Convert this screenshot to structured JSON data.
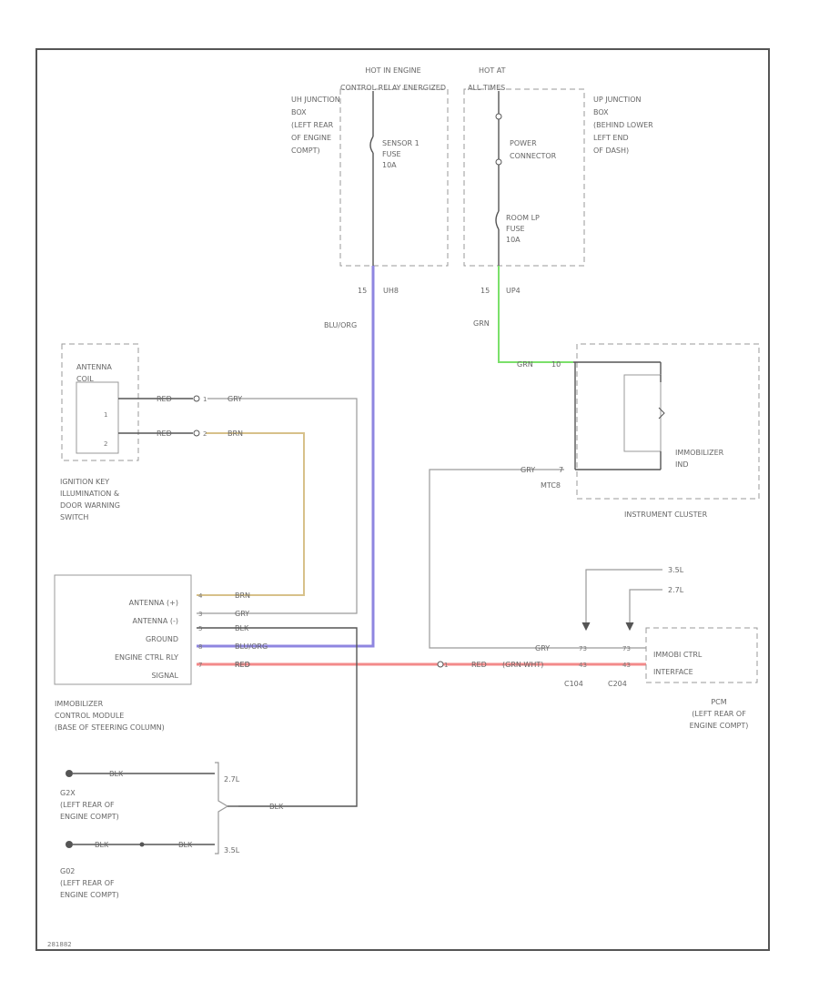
{
  "colors": {
    "blu_org": "#8f86e0",
    "grn": "#7be06a",
    "brn": "#d7c18a",
    "red": "#f38a8a",
    "line": "#9a9a9a"
  },
  "hot_in_engine": "HOT IN ENGINE",
  "hot_in_engine_sub": "CONTROL RELAY ENERGIZED",
  "hot_at": "HOT AT",
  "hot_at_sub": "ALL TIMES",
  "uh_jb": [
    "UH JUNCTION",
    "BOX",
    "(LEFT REAR",
    "OF ENGINE",
    "COMPT)"
  ],
  "up_jb": [
    "UP JUNCTION",
    "BOX",
    "(BEHIND LOWER",
    "LEFT END",
    "OF DASH)"
  ],
  "sensor_fuse": [
    "SENSOR 1",
    "FUSE",
    "10A"
  ],
  "power_connector": [
    "POWER",
    "CONNECTOR"
  ],
  "room_lp_fuse": [
    "ROOM LP",
    "FUSE",
    "10A"
  ],
  "pin_left": "15",
  "conn_left": "UH8",
  "pin_right": "15",
  "conn_right": "UP4",
  "wire_blu_org": "BLU/ORG",
  "wire_grn": "GRN",
  "wire_grn2": "GRN",
  "wire_grn_pin": "10",
  "antenna_coil": [
    "ANTENNA",
    "COIL"
  ],
  "ant_wire1": "RED",
  "ant_wire1_out": "GRY",
  "ant_wire2": "RED",
  "ant_wire2_out": "BRN",
  "ant_pin1": "1",
  "ant_pin2": "2",
  "ignition_switch": [
    "IGNITION KEY",
    "ILLUMINATION &",
    "DOOR WARNING",
    "SWITCH"
  ],
  "immobilizer_ind": [
    "IMMOBILIZER",
    "IND"
  ],
  "instrument_cluster": "INSTRUMENT CLUSTER",
  "ic_pin_gry": "GRY",
  "ic_pin_num": "7",
  "ic_conn": "MTC8",
  "module_rows": [
    "ANTENNA (+)",
    "ANTENNA (-)",
    "GROUND",
    "ENGINE CTRL RLY",
    "SIGNAL"
  ],
  "module_pins": [
    "4",
    "3",
    "5",
    "8",
    "7"
  ],
  "module_wires": [
    "BRN",
    "GRY",
    "BLK",
    "BLU/ORG",
    "RED"
  ],
  "module_name": [
    "IMMOBILIZER",
    "CONTROL MODULE",
    "(BASE OF STEERING COLUMN)"
  ],
  "signal_wire_1": "RED",
  "signal_wire_2": "RED",
  "signal_wire_3": "(GRN-WHT)",
  "signal_conn_pin": "1",
  "gry_run": "GRY",
  "pcm_pins_top": [
    "73",
    "73"
  ],
  "pcm_pins_bot": [
    "43",
    "43"
  ],
  "pcm_conns": [
    "C104",
    "C204"
  ],
  "engine_labels": [
    "3.5L",
    "2.7L"
  ],
  "pcm_iface": [
    "IMMOBI CTRL",
    "INTERFACE"
  ],
  "pcm_name": [
    "PCM",
    "(LEFT REAR OF",
    "ENGINE COMPT)"
  ],
  "g2x_wire": "BLK",
  "g2x_engine": "2.7L",
  "g2x_name": [
    "G2X",
    "(LEFT REAR OF",
    "ENGINE COMPT)"
  ],
  "g02_wire1": "BLK",
  "g02_wire2": "BLK",
  "g02_engine": "3.5L",
  "g02_name": [
    "G02",
    "(LEFT REAR OF",
    "ENGINE COMPT)"
  ],
  "blk_join": "BLK",
  "footer_code": "281882"
}
